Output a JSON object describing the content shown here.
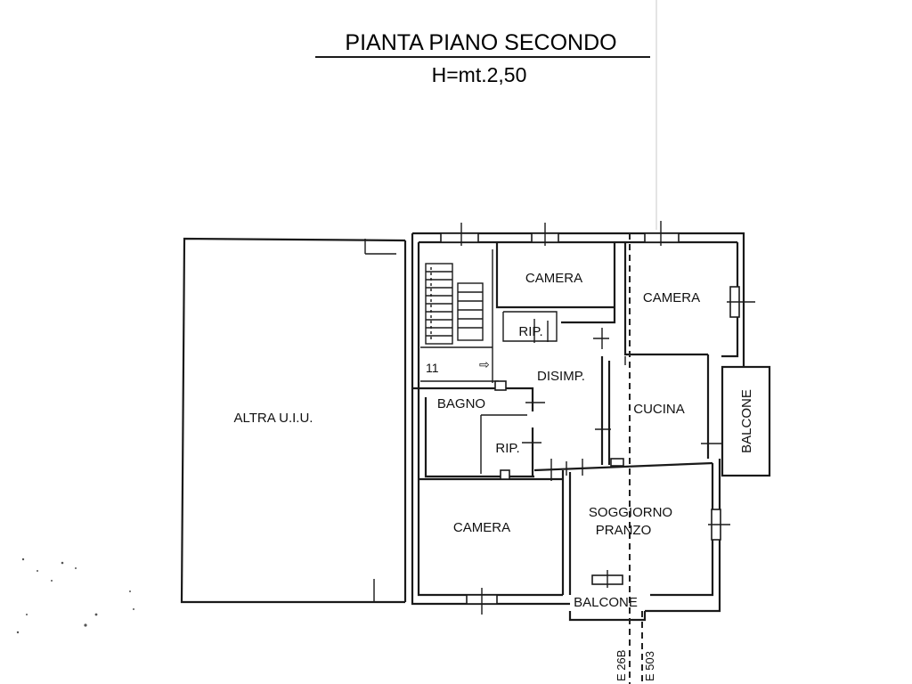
{
  "title": "PIANTA PIANO SECONDO",
  "subtitle": "H=mt.2,50",
  "rooms": {
    "altra_uiu": "ALTRA U.I.U.",
    "camera_top": "CAMERA",
    "camera_right": "CAMERA",
    "rip_top": "RIP.",
    "disimp": "DISIMP.",
    "bagno": "BAGNO",
    "rip_bottom": "RIP.",
    "cucina": "CUCINA",
    "balcone_side": "BALCONE",
    "camera_bottom": "CAMERA",
    "soggiorno": "SOGGIORNO",
    "pranzo": "PRANZO",
    "balcone_bottom": "BALCONE"
  },
  "stair_number": "11",
  "boundary_refs": [
    "E 26B",
    "E 503"
  ]
}
